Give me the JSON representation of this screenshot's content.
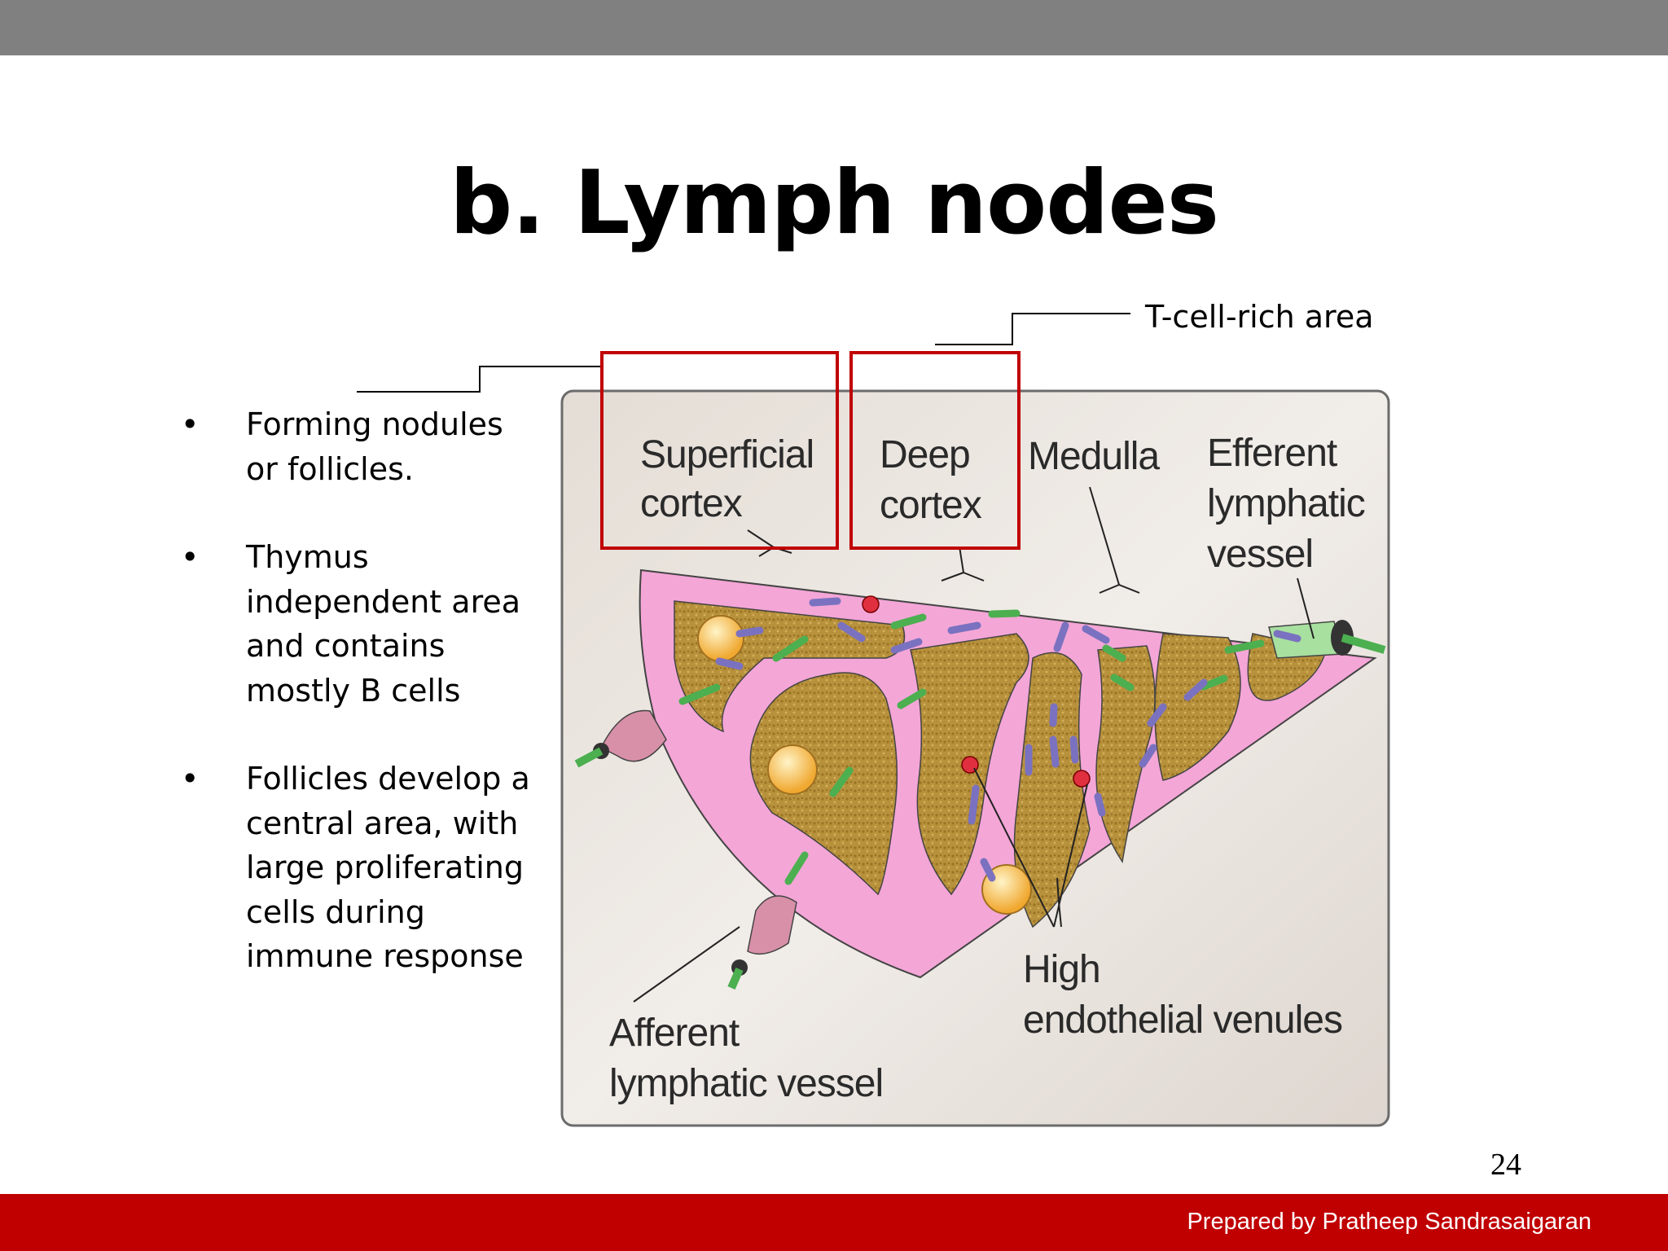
{
  "slide": {
    "title": "b. Lymph nodes",
    "page_number": "24",
    "footer": "Prepared by Pratheep Sandrasaigaran"
  },
  "bullets": [
    "Forming nodules or follicles.",
    "Thymus independent area and contains mostly B cells",
    "Follicles develop a central area, with large proliferating cells during immune response"
  ],
  "callouts": {
    "t_cell_area": "T-cell-rich area"
  },
  "figure": {
    "labels": {
      "superficial_1": "Superficial",
      "superficial_2": "cortex",
      "deep_1": "Deep",
      "deep_2": "cortex",
      "medulla": "Medulla",
      "efferent_1": "Efferent",
      "efferent_2": "lymphatic",
      "efferent_3": "vessel",
      "hev_1": "High",
      "hev_2": "endothelial venules",
      "afferent_1": "Afferent",
      "afferent_2": "lymphatic vessel"
    }
  },
  "colors": {
    "top_bar": "#808080",
    "footer_bar": "#c00000",
    "highlight_box": "#c00000",
    "tissue_pink": "#f0a0d0",
    "tissue_tan": "#b8913c",
    "arrow_green": "#4caf50",
    "arrow_purple": "#7a72c0"
  }
}
